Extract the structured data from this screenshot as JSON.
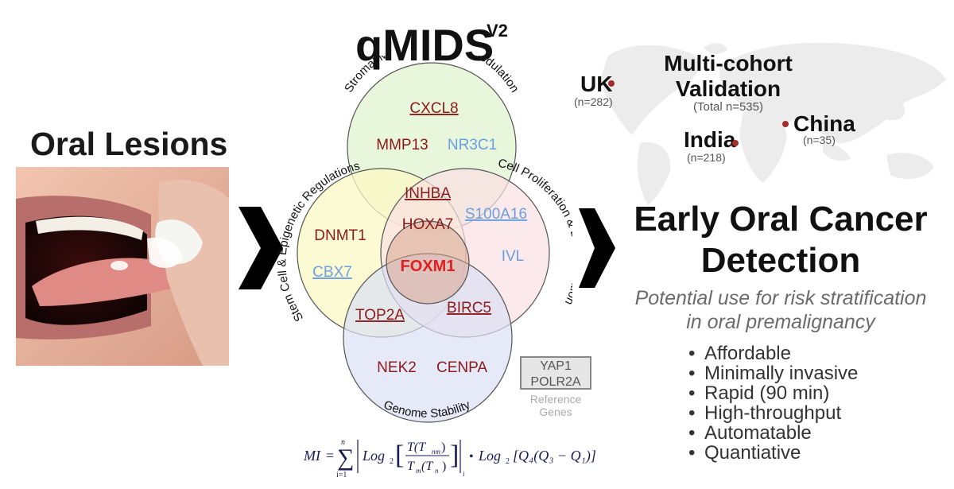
{
  "left": {
    "title": "Oral Lesions"
  },
  "qmids": {
    "title": "qMIDS",
    "superscript": "V2"
  },
  "venn": {
    "arcs": {
      "stromal": "Stromal Matrix & Immune Modulation",
      "stem": "Stem Cell & Epigenetic Regulations",
      "prolif": "Cell Proliferation & Differentiation",
      "genome": "Genome Stability"
    },
    "genes": {
      "cxcl8": "CXCL8",
      "mmp13": "MMP13",
      "nr3c1": "NR3C1",
      "inhba": "INHBA",
      "hoxa7": "HOXA7",
      "s100a16": "S100A16",
      "dnmt1": "DNMT1",
      "cbx7": "CBX7",
      "foxm1": "FOXM1",
      "ivl": "IVL",
      "top2a": "TOP2A",
      "birc5": "BIRC5",
      "nek2": "NEK2",
      "cenpa": "CENPA"
    },
    "colors": {
      "stromal_fill": "#e4f5d6",
      "stem_fill": "#fbf8c4",
      "prolif_fill": "#fbe0e4",
      "genome_fill": "#dcdff5",
      "dark_red": "#8b1a1a",
      "blue": "#6aa0e0",
      "bright_red": "#e02020"
    }
  },
  "reference": {
    "gene1": "YAP1",
    "gene2": "POLR2A",
    "label_line1": "Reference",
    "label_line2": "Genes"
  },
  "formula": {
    "mi": "MI",
    "eq": "=",
    "sum_top": "n",
    "sum_bot": "i=1",
    "log": "Log",
    "num": "T(T",
    "num_sub": "nm",
    "den": "T",
    "den_sub": "m",
    "den2": "(T",
    "den2_sub": "n",
    "tail": "Q",
    "tail_text": "[Q₄(Q₃ − Q₁)]"
  },
  "cohort": {
    "title_line1": "Multi-cohort",
    "title_line2": "Validation",
    "total": "(Total n=535)",
    "uk": "UK",
    "uk_n": "(n=282)",
    "india": "India",
    "india_n": "(n=218)",
    "china": "China",
    "china_n": "(n=35)"
  },
  "right": {
    "title_line1": "Early Oral Cancer",
    "title_line2": "Detection",
    "use_line1": "Potential use for risk stratification",
    "use_line2": "in oral premalignancy",
    "benefits": [
      "Affordable",
      "Minimally invasive",
      "Rapid (90 min)",
      "High-throughput",
      "Automatable",
      "Quantiative"
    ]
  }
}
